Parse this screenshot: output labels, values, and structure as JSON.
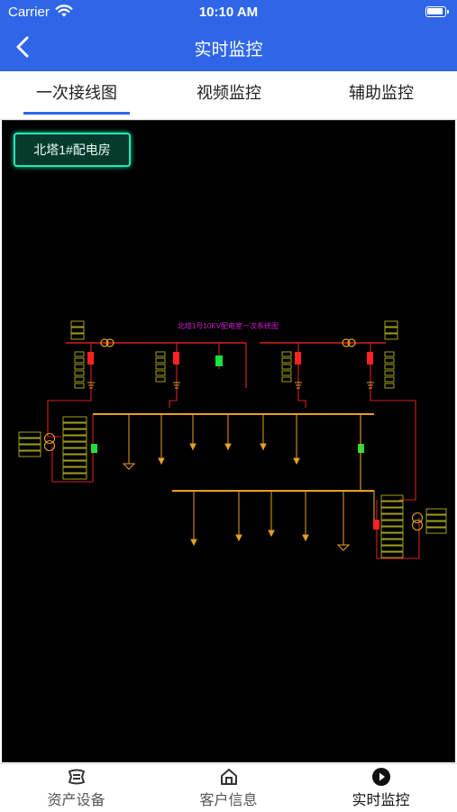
{
  "status_bar": {
    "carrier": "Carrier",
    "time": "10:10 AM"
  },
  "header": {
    "title": "实时监控"
  },
  "tabs": [
    {
      "label": "一次接线图",
      "active": true
    },
    {
      "label": "视频监控",
      "active": false
    },
    {
      "label": "辅助监控",
      "active": false
    }
  ],
  "diagram": {
    "room_name": "北塔1#配电房",
    "title": "北塔1号10KV配电室一次系统图"
  },
  "bottom_nav": [
    {
      "label": "资产设备",
      "icon": "asset-icon",
      "active": false
    },
    {
      "label": "客户信息",
      "icon": "home-icon",
      "active": false
    },
    {
      "label": "实时监控",
      "icon": "play-icon",
      "active": true
    }
  ],
  "colors": {
    "primary": "#2f66e8",
    "busbar_red": "#d42020",
    "feeder_orange": "#e8a020",
    "breaker_green": "#18e23c",
    "breaker_red": "#ff2222",
    "diagram_title": "#d21ed2",
    "badge_border": "#23e8b4"
  }
}
